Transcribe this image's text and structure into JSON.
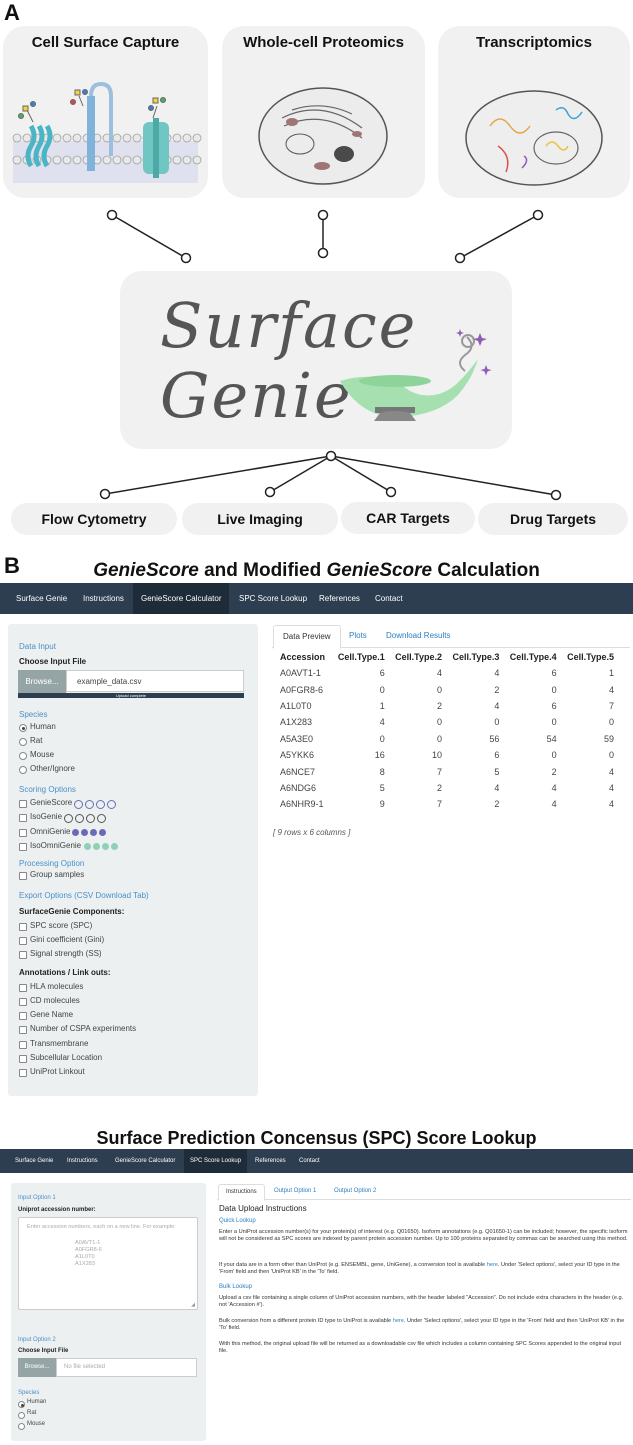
{
  "panel_a": {
    "letter": "A",
    "sources": [
      {
        "title": "Cell Surface Capture"
      },
      {
        "title": "Whole-cell Proteomics"
      },
      {
        "title": "Transcriptomics"
      }
    ],
    "logo": {
      "line1": "Surface",
      "line2": "Genie"
    },
    "applications": [
      "Flow Cytometry",
      "Live Imaging",
      "CAR Targets",
      "Drug Targets"
    ]
  },
  "panel_b": {
    "letter": "B",
    "title_part1": "GenieScore",
    "title_part2": " and Modified ",
    "title_part3": "GenieScore",
    "title_part4": " Calculation",
    "nav": [
      "Surface Genie",
      "Instructions",
      "GenieScore Calculator",
      "SPC Score Lookup",
      "References",
      "Contact"
    ],
    "active_nav": "GenieScore Calculator",
    "sidebar": {
      "data_input": "Data Input",
      "choose_file": "Choose Input File",
      "browse": "Browse...",
      "filename": "example_data.csv",
      "upload_status": "Upload complete",
      "species_header": "Species",
      "species": [
        "Human",
        "Rat",
        "Mouse",
        "Other/Ignore"
      ],
      "species_selected": "Human",
      "scoring_header": "Scoring Options",
      "scoring": [
        {
          "label": "GenieScore",
          "dot_color": "#6a6fb0",
          "dot_style": "outline"
        },
        {
          "label": "IsoGenie",
          "dot_color": "#555555",
          "dot_style": "outline"
        },
        {
          "label": "OmniGenie",
          "dot_color": "#6c6ab8",
          "dot_style": "filled"
        },
        {
          "label": "IsoOmniGenie",
          "dot_color": "#8fd0b8",
          "dot_style": "filled"
        }
      ],
      "processing_header": "Processing Option",
      "processing": [
        "Group samples"
      ],
      "export_header": "Export Options (CSV Download Tab)",
      "components_label": "SurfaceGenie Components:",
      "components": [
        "SPC score (SPC)",
        "Gini coefficient (Gini)",
        "Signal strength (SS)"
      ],
      "annotations_label": "Annotations / Link outs:",
      "annotations": [
        "HLA molecules",
        "CD molecules",
        "Gene Name",
        "Number of CSPA experiments",
        "Transmembrane",
        "Subcellular Location",
        "UniProt Linkout"
      ]
    },
    "tabs": [
      "Data Preview",
      "Plots",
      "Download Results"
    ],
    "active_tab": "Data Preview",
    "table": {
      "columns": [
        "Accession",
        "Cell.Type.1",
        "Cell.Type.2",
        "Cell.Type.3",
        "Cell.Type.4",
        "Cell.Type.5"
      ],
      "rows": [
        [
          "A0AVT1-1",
          "6",
          "4",
          "4",
          "6",
          "1"
        ],
        [
          "A0FGR8-6",
          "0",
          "0",
          "2",
          "0",
          "4"
        ],
        [
          "A1L0T0",
          "1",
          "2",
          "4",
          "6",
          "7"
        ],
        [
          "A1X283",
          "4",
          "0",
          "0",
          "0",
          "0"
        ],
        [
          "A5A3E0",
          "0",
          "0",
          "56",
          "54",
          "59"
        ],
        [
          "A5YKK6",
          "16",
          "10",
          "6",
          "0",
          "0"
        ],
        [
          "A6NCE7",
          "8",
          "7",
          "5",
          "2",
          "4"
        ],
        [
          "A6NDG6",
          "5",
          "2",
          "4",
          "4",
          "4"
        ],
        [
          "A6NHR9-1",
          "9",
          "7",
          "2",
          "4",
          "4"
        ]
      ],
      "summary": "[ 9 rows x 6 columns ]"
    }
  },
  "panel_c": {
    "title": "Surface Prediction Concensus (SPC) Score Lookup",
    "nav": [
      "Surface Genie",
      "Instructions",
      "GenieScore Calculator",
      "SPC Score Lookup",
      "References",
      "Contact"
    ],
    "active_nav": "SPC Score Lookup",
    "sidebar": {
      "option1": "Input Option 1",
      "accession_label": "Uniprot accession number:",
      "textarea_placeholder": "Enter accession numbers, each on a new line. For example:",
      "examples": [
        "A0AVT1-1",
        "A0FGR8-6",
        "A1L0T0",
        "A1X283"
      ],
      "option2": "Input Option 2",
      "choose_file": "Choose Input File",
      "browse": "Browse...",
      "no_file": "No file selected",
      "species_header": "Species",
      "species": [
        "Human",
        "Rat",
        "Mouse"
      ],
      "species_selected": "Human"
    },
    "tabs": [
      "Instructions",
      "Output Option 1",
      "Output Option 2"
    ],
    "active_tab": "Instructions",
    "instructions": {
      "heading": "Data Upload Instructions",
      "quick_title": "Quick Lookup",
      "quick_p1": "Enter a UniProt accession number(s) for your protein(s) of interest (e.g. Q01650). Isoform annotations (e.g. Q01650-1) can be included; however, the specific isoform will not be considered as SPC scores are indexed by parent protein accession number. Up to 100 proteins separated by commas can be searched using this method.",
      "quick_p2a": "If your data are in a form other than UniProt (e.g. ENSEMBL, gene, UniGene), a conversion tool is available ",
      "quick_p2_link": "here",
      "quick_p2b": ". Under 'Select options', select your ID type in the 'From' field and then 'UniProt KB' in the 'To' field.",
      "bulk_title": "Bulk Lookup",
      "bulk_p1": "Upload a csv file containing a single column of UniProt accession numbers, with the header labeled \"Accession\". Do not include extra characters in the header (e.g. not 'Accession #').",
      "bulk_p2a": "Bulk conversion from a different protein ID type to UniProt is available ",
      "bulk_p2_link": "here",
      "bulk_p2b": ". Under 'Select options', select your ID type in the 'From' field and then 'UniProt KB' in the 'To' field.",
      "bulk_p3": "With this method, the original upload file will be returned as a downloadable csv file which includes a column containing SPC Scores appended to the original input file."
    }
  }
}
